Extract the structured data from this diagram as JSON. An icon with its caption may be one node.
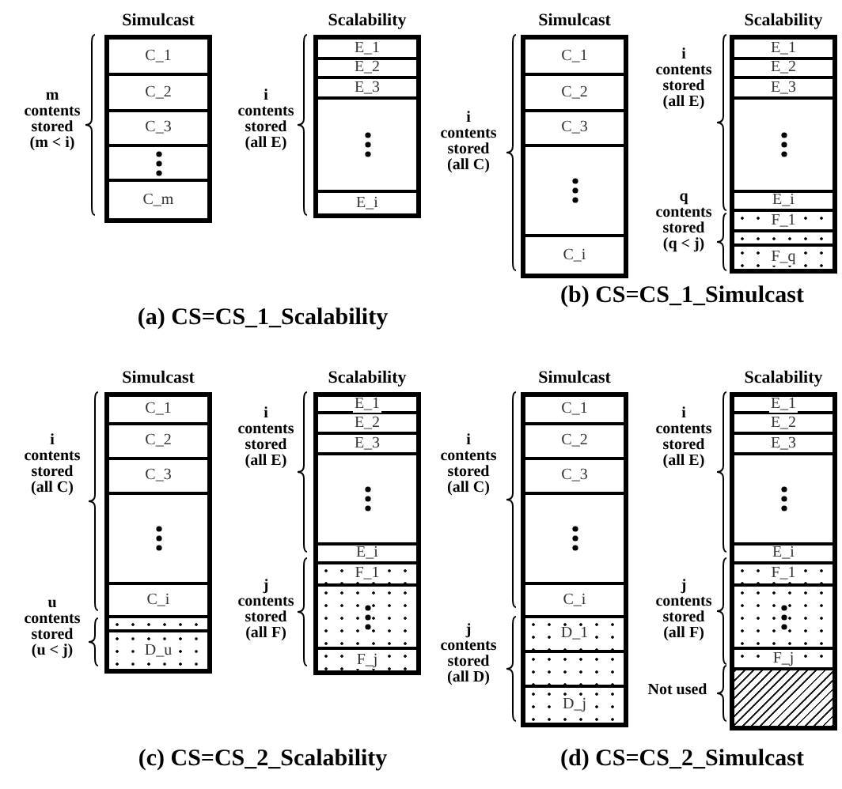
{
  "diagram": {
    "nodes": [
      {
        "text": [
          "Simulcast"
        ]
      },
      {
        "text": [
          "C_1"
        ],
        "in": 0
      },
      {
        "text": [
          "C_2"
        ],
        "in": 0
      },
      {
        "text": [
          "C_3"
        ],
        "in": 0
      },
      {
        "text": [],
        "shape": "box",
        "in": 0
      },
      {
        "text": [
          "C_m"
        ],
        "in": 0
      },
      {
        "text": [
          "Scalability"
        ]
      },
      {
        "text": [
          "E_1"
        ],
        "in": 6
      },
      {
        "text": [
          "E_2"
        ],
        "in": 6
      },
      {
        "text": [
          "E_3"
        ],
        "in": 6
      },
      {
        "text": [],
        "shape": "box",
        "in": 6
      },
      {
        "text": [
          "E_i"
        ],
        "in": 6
      },
      {
        "text": [
          "Simulcast"
        ]
      },
      {
        "text": [
          "C_1"
        ],
        "in": 12
      },
      {
        "text": [
          "C_2"
        ],
        "in": 12
      },
      {
        "text": [
          "C_3"
        ],
        "in": 12
      },
      {
        "text": [],
        "shape": "box",
        "in": 12
      },
      {
        "text": [
          "C_i"
        ],
        "in": 12
      },
      {
        "text": [
          "Scalability"
        ]
      },
      {
        "text": [
          "E_1"
        ],
        "in": 18
      },
      {
        "text": [
          "E_2"
        ],
        "in": 18
      },
      {
        "text": [
          "E_3"
        ],
        "in": 18
      },
      {
        "text": [],
        "shape": "box",
        "in": 18
      },
      {
        "text": [
          "E_i"
        ],
        "in": 18
      },
      {
        "text": [
          "F_1"
        ],
        "in": 18
      },
      {
        "text": [],
        "shape": "box",
        "in": 18
      },
      {
        "text": [
          "F_q"
        ],
        "in": 18
      },
      {
        "text": [
          "Simulcast"
        ]
      },
      {
        "text": [
          "C_1"
        ],
        "in": 27
      },
      {
        "text": [
          "C_2"
        ],
        "in": 27
      },
      {
        "text": [
          "C_3"
        ],
        "in": 27
      },
      {
        "text": [],
        "shape": "box",
        "in": 27
      },
      {
        "text": [
          "C_i"
        ],
        "in": 27
      },
      {
        "text": [],
        "shape": "box",
        "in": 27
      },
      {
        "text": [
          "D_u"
        ],
        "in": 27
      },
      {
        "text": [
          "Scalability"
        ]
      },
      {
        "text": [
          "E_1"
        ],
        "in": 35
      },
      {
        "text": [
          "E_2"
        ],
        "in": 35
      },
      {
        "text": [
          "E_3"
        ],
        "in": 35
      },
      {
        "text": [],
        "shape": "box",
        "in": 35
      },
      {
        "text": [
          "E_i"
        ],
        "in": 35
      },
      {
        "text": [
          "F_1"
        ],
        "in": 35
      },
      {
        "text": [],
        "shape": "box",
        "in": 35
      },
      {
        "text": [
          "F_j"
        ],
        "in": 35
      },
      {
        "text": [
          "Simulcast"
        ]
      },
      {
        "text": [
          "C_1"
        ],
        "in": 44
      },
      {
        "text": [
          "C_2"
        ],
        "in": 44
      },
      {
        "text": [
          "C_3"
        ],
        "in": 44
      },
      {
        "text": [],
        "shape": "box",
        "in": 44
      },
      {
        "text": [
          "C_i"
        ],
        "in": 44
      },
      {
        "text": [
          "D_1"
        ],
        "in": 44
      },
      {
        "text": [],
        "shape": "box",
        "in": 44
      },
      {
        "text": [
          "D_j"
        ],
        "in": 44
      },
      {
        "text": [
          "Scalability"
        ]
      },
      {
        "text": [
          "E_1"
        ],
        "in": 53
      },
      {
        "text": [
          "E_2"
        ],
        "in": 53
      },
      {
        "text": [
          "E_3"
        ],
        "in": 53
      },
      {
        "text": [],
        "shape": "box",
        "in": 53
      },
      {
        "text": [
          "E_i"
        ],
        "in": 53
      },
      {
        "text": [
          "F_1"
        ],
        "in": 53
      },
      {
        "text": [],
        "shape": "box",
        "in": 53
      },
      {
        "text": [
          "F_j"
        ],
        "in": 53
      },
      {
        "text": [],
        "shape": "box",
        "in": 53
      }
    ],
    "labels": [
      "m contents stored (m < i)",
      "i contents stored (all E)",
      "(a) CS=CS_1_Scalability",
      "i contents stored (all C)",
      "i contents stored (all E)",
      "q contents stored (q < j)",
      "(b) CS=CS_1_Simulcast",
      "i contents stored (all C)",
      "u contents stored (u < j)",
      "i contents stored (all E)",
      "j contents stored (all F)",
      "(c) CS=CS_2_Scalability",
      "i contents stored (all C)",
      "j contents stored (all D)",
      "i contents stored (all E)",
      "j contents stored (all F)",
      "Not used",
      "(d) CS=CS_2_Simulcast"
    ]
  }
}
